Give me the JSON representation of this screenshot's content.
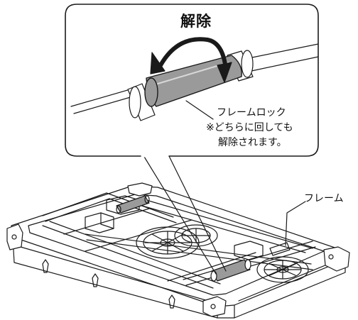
{
  "callout": {
    "title": "解除",
    "lock_label": "フレームロック",
    "note_line1": "※どちらに回しても",
    "note_line2": "解除されます。"
  },
  "frame_label": "フレーム",
  "colors": {
    "lock_fill": "#9a9a9a",
    "line": "#1a1a1a",
    "background": "#ffffff"
  },
  "icons": [
    "rotate-arrow-icon"
  ]
}
